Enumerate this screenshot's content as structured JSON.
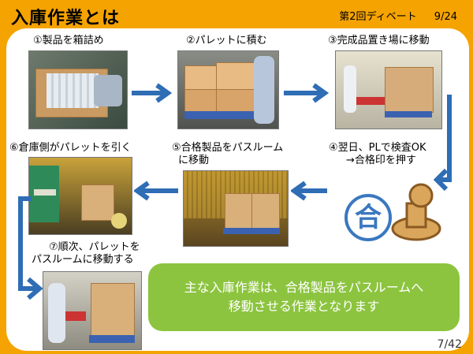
{
  "header": {
    "title": "入庫作業とは",
    "event": "第2回ディベート",
    "date": "9/24"
  },
  "steps": [
    {
      "label": "①製品を箱詰め"
    },
    {
      "label": "②パレットに積む"
    },
    {
      "label": "③完成品置き場に移動"
    },
    {
      "label_line1": "④翌日、PLで検査OK",
      "label_line2": "→合格印を押す"
    },
    {
      "label_line1": "⑤合格製品をパスルーム",
      "label_line2": "に移動"
    },
    {
      "label": "⑥倉庫側がパレットを引く"
    },
    {
      "label_line1": "⑦順次、パレットを",
      "label_line2": "パスルームに移動する"
    }
  ],
  "stamp": {
    "glyph": "合"
  },
  "callout": {
    "line1": "主な入庫作業は、合格製品をパスルームへ",
    "line2": "移動させる作業となります"
  },
  "page_number": "7/42",
  "colors": {
    "header_bg": "#f5a300",
    "arrow": "#2f6db5",
    "callout_bg": "#8cc43f"
  }
}
